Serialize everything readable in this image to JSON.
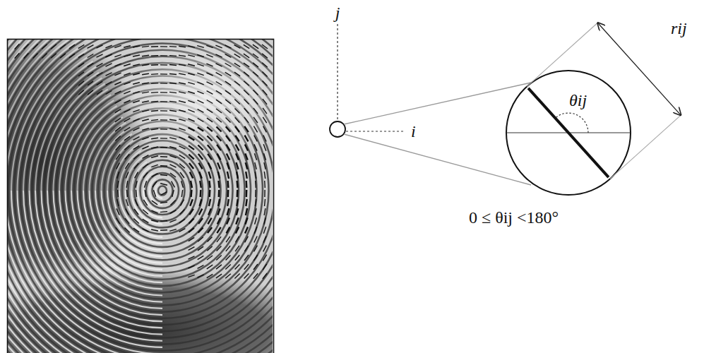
{
  "diagram": {
    "labels": [
      "j",
      "i",
      "θij",
      "rij",
      "0 ≤ θij <180°"
    ]
  }
}
